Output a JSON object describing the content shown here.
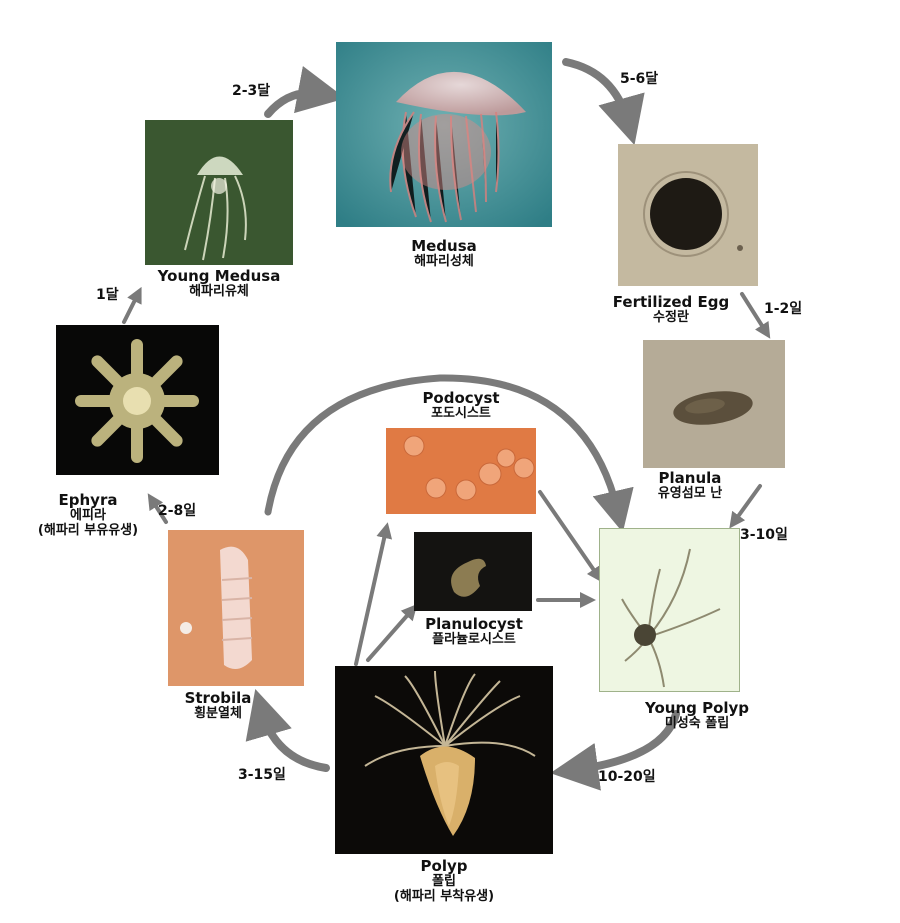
{
  "stages": {
    "medusa": {
      "en": "Medusa",
      "ko": "해파리성체"
    },
    "egg": {
      "en": "Fertilized Egg",
      "ko": "수정란"
    },
    "planula": {
      "en": "Planula",
      "ko": "유영섬모 난"
    },
    "young_polyp": {
      "en": "Young Polyp",
      "ko": "미성숙 폴립"
    },
    "polyp": {
      "en": "Polyp",
      "ko": "폴립",
      "ko2": "(해파리 부착유생)"
    },
    "strobila": {
      "en": "Strobila",
      "ko": "횡분열체"
    },
    "ephyra": {
      "en": "Ephyra",
      "ko": "에피라",
      "ko2": "(해파리 부유유생)"
    },
    "young_medusa": {
      "en": "Young Medusa",
      "ko": "해파리유체"
    },
    "podocyst": {
      "en": "Podocyst",
      "ko": "포도시스트"
    },
    "planulocyst": {
      "en": "Planulocyst",
      "ko": "플라뉼로시스트"
    }
  },
  "durations": {
    "young_medusa_to_medusa": "2-3달",
    "medusa_to_egg": "5-6달",
    "egg_to_planula": "1-2일",
    "planula_to_young_polyp": "3-10일",
    "young_polyp_to_polyp": "10-20일",
    "polyp_to_strobila": "3-15일",
    "strobila_to_ephyra": "2-8일",
    "ephyra_to_young_medusa": "1달"
  },
  "colors": {
    "arrow": "#7a7a7a",
    "text": "#111111"
  }
}
